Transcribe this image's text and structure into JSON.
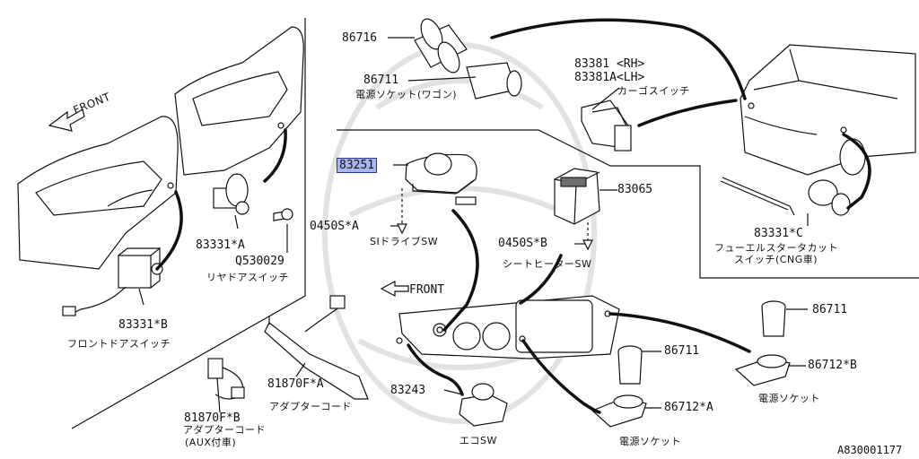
{
  "labels": {
    "p86716": "86716",
    "p86711_top": "86711",
    "jp_socket_wagon": "電源ソケット(ワゴン)",
    "p83381": "83381 <RH>",
    "p83381a": "83381A<LH>",
    "jp_cargo_switch": "カーゴスイッチ",
    "p83251": "83251",
    "p83065": "83065",
    "p0450sa": "0450S*A",
    "jp_si_drive": "SIドライブSW",
    "p0450sb": "0450S*B",
    "jp_seat_heater": "シートヒーターSW",
    "p83331c": "83331*C",
    "jp_fuel_cut_1": "フューエルスタータカット",
    "jp_fuel_cut_2": "スイッチ(CNG車)",
    "p83331a": "83331*A",
    "q530029": "Q530029",
    "jp_rear_door": "リヤドアスイッチ",
    "p83331b": "83331*B",
    "jp_front_door": "フロントドアスイッチ",
    "front_left": "FRONT",
    "front_center": "FRONT",
    "p81870fa": "81870F*A",
    "jp_adapter_cord": "アダプターコード",
    "p81870fb": "81870F*B",
    "jp_adapter_cord_2": "アダプターコード",
    "jp_aux": "(AUX付車)",
    "p83243": "83243",
    "jp_eco_sw": "エコSW",
    "p86711_mid": "86711",
    "p86712a": "86712*A",
    "jp_socket_1": "電源ソケット",
    "p86711_right": "86711",
    "p86712b": "86712*B",
    "jp_socket_2": "電源ソケット",
    "diagram_id": "A830001177"
  },
  "colors": {
    "highlight": "#a9b6ee",
    "line": "#111111"
  }
}
